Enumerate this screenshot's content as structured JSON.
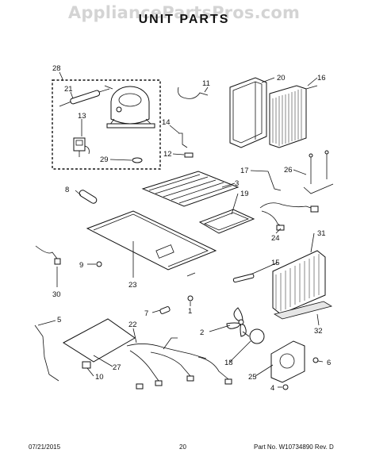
{
  "watermark": "AppliancePartsPros.com",
  "title": "UNIT PARTS",
  "footer": {
    "date": "07/21/2015",
    "page": "20",
    "part": "Part No. W10734890  Rev. D"
  },
  "callouts": {
    "c1": "1",
    "c2": "2",
    "c3": "3",
    "c4": "4",
    "c5": "5",
    "c6": "6",
    "c7": "7",
    "c8": "8",
    "c9": "9",
    "c10": "10",
    "c11": "11",
    "c12": "12",
    "c13": "13",
    "c14": "14",
    "c15": "15",
    "c16": "16",
    "c17": "17",
    "c18": "18",
    "c19": "19",
    "c20": "20",
    "c21": "21",
    "c22": "22",
    "c23": "23",
    "c24": "24",
    "c25": "25",
    "c26": "26",
    "c27": "27",
    "c28": "28",
    "c29": "29",
    "c30": "30",
    "c31": "31",
    "c32": "32"
  }
}
